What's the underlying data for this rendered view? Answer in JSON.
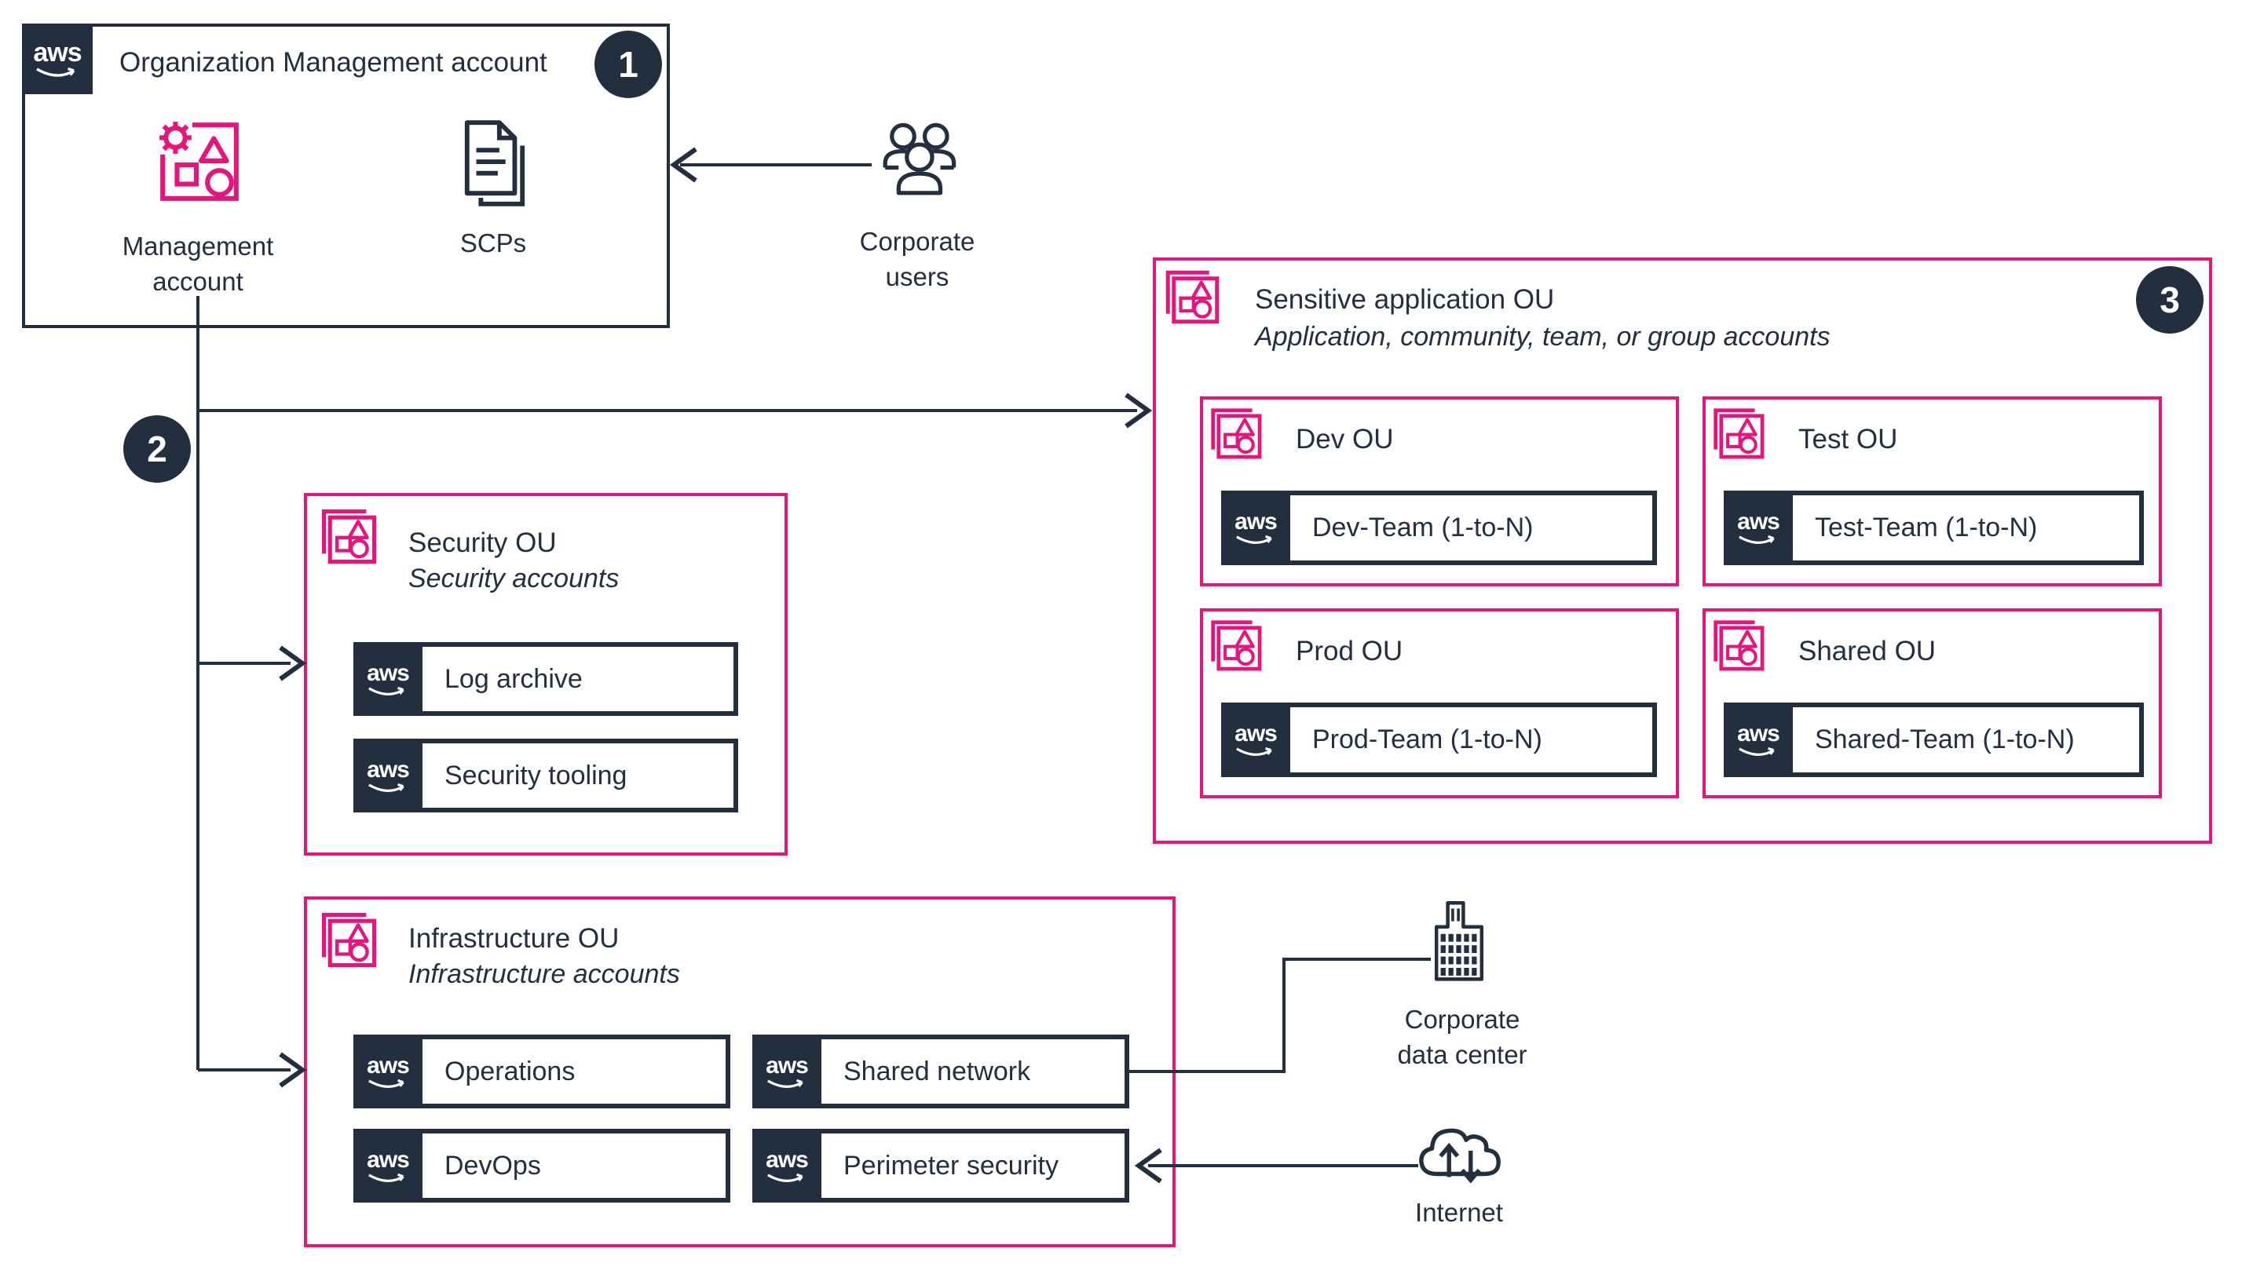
{
  "colors": {
    "navy": "#232F3E",
    "pink": "#E7157B",
    "white": "#FFFFFF"
  },
  "aws_logo_text": "aws",
  "org_account": {
    "title": "Organization Management account",
    "badge": "1",
    "management_account_label_line1": "Management",
    "management_account_label_line2": "account",
    "scps_label": "SCPs"
  },
  "corporate_users": {
    "label_line1": "Corporate",
    "label_line2": "users"
  },
  "step_badge_2": "2",
  "security_ou": {
    "title": "Security OU",
    "subtitle": "Security accounts",
    "accounts": [
      "Log archive",
      "Security tooling"
    ]
  },
  "infrastructure_ou": {
    "title": "Infrastructure OU",
    "subtitle": "Infrastructure accounts",
    "accounts": [
      "Operations",
      "Shared network",
      "DevOps",
      "Perimeter security"
    ]
  },
  "sensitive_ou": {
    "title": "Sensitive application OU",
    "subtitle": "Application, community, team, or group accounts",
    "badge": "3",
    "child_ous": [
      {
        "title": "Dev OU",
        "account": "Dev-Team (1-to-N)"
      },
      {
        "title": "Test OU",
        "account": "Test-Team (1-to-N)"
      },
      {
        "title": "Prod OU",
        "account": "Prod-Team (1-to-N)"
      },
      {
        "title": "Shared OU",
        "account": "Shared-Team (1-to-N)"
      }
    ]
  },
  "external": {
    "corporate_data_center_line1": "Corporate",
    "corporate_data_center_line2": "data center",
    "internet_label": "Internet"
  }
}
